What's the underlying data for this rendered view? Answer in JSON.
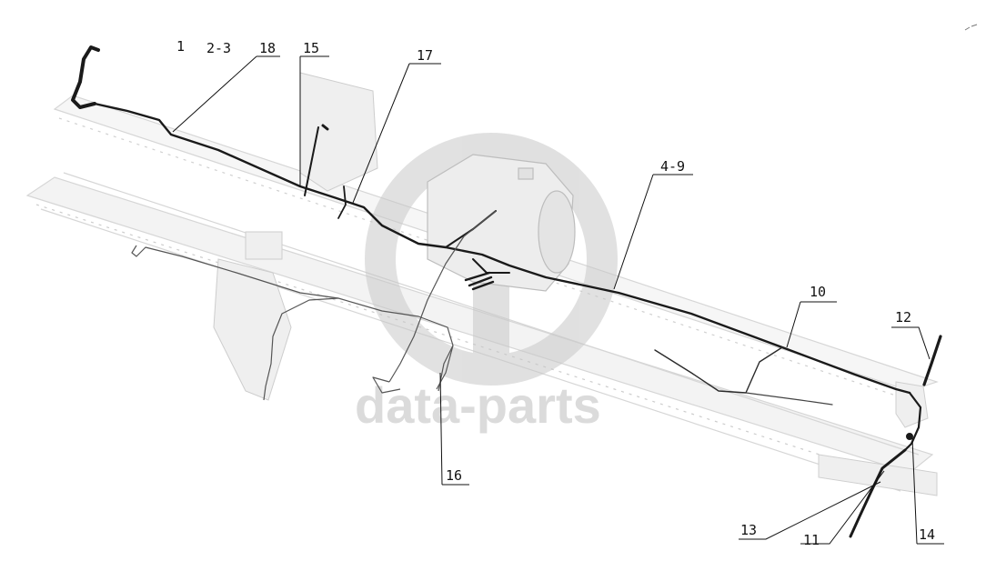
{
  "watermark": {
    "text": "data-parts",
    "color": "#bdbdbd"
  },
  "colors": {
    "line": "#111111",
    "frame": "#d9d9d9",
    "hose": "#1a1a1a"
  },
  "callouts": {
    "c1": "1",
    "c2_3": "2-3",
    "c18": "18",
    "c15": "15",
    "c17": "17",
    "c4_9": "4-9",
    "c10": "10",
    "c12": "12",
    "c13": "13",
    "c11": "11",
    "c14": "14",
    "c16": "16"
  }
}
